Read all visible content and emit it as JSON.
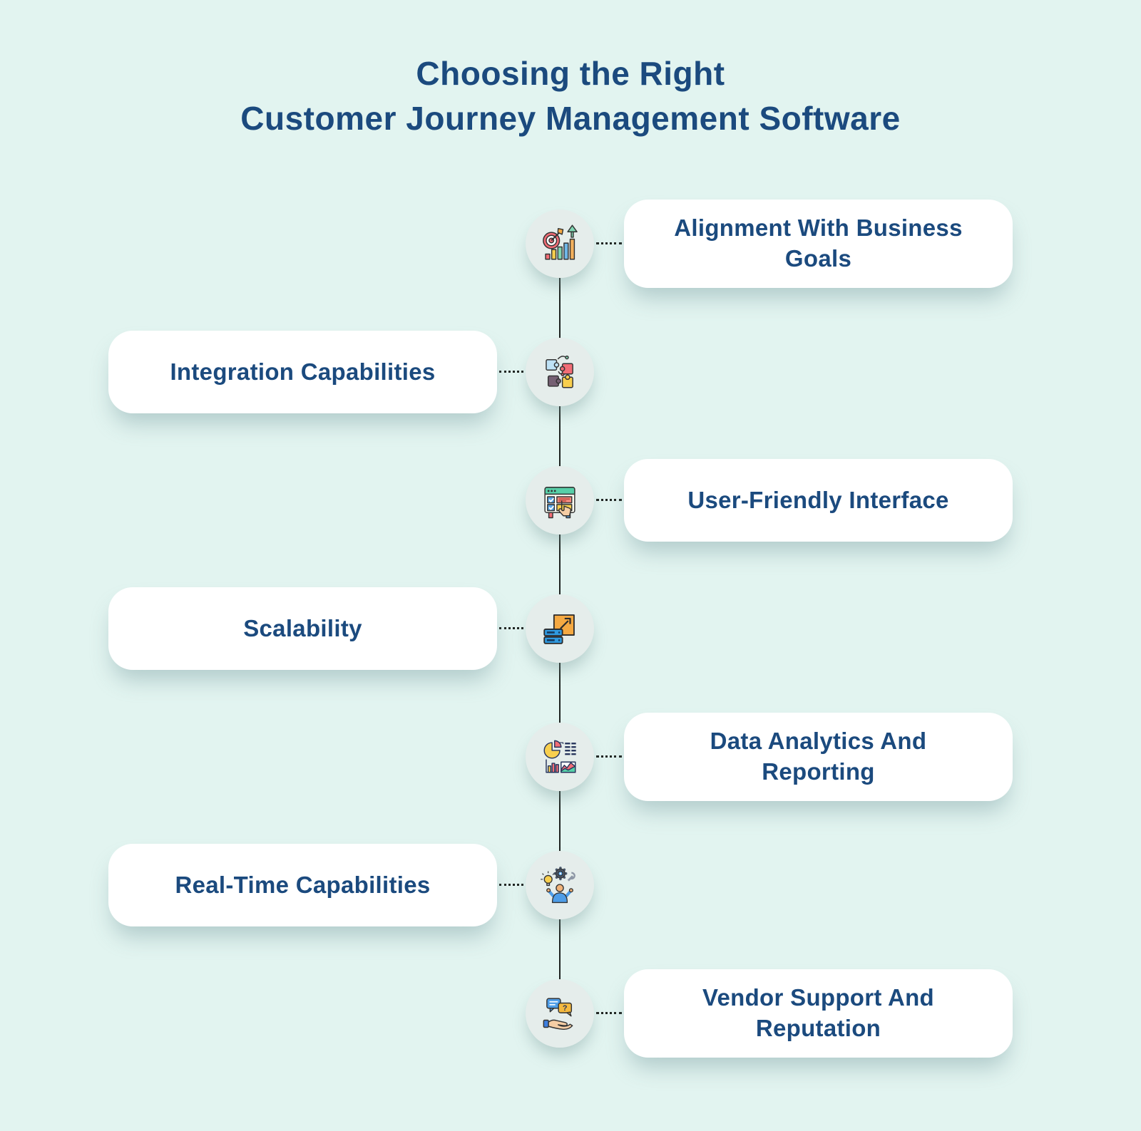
{
  "title": {
    "line1": "Choosing the Right",
    "line2": "Customer Journey Management Software"
  },
  "colors": {
    "background": "#e2f4f0",
    "card_background": "#ffffff",
    "text_navy": "#1b4a7e",
    "timeline_line": "#1f2421",
    "node_fill": "#e5edeb",
    "icon_red": "#f26d76",
    "icon_yellow": "#f8cf4e",
    "icon_green": "#7fd6b2",
    "icon_blue": "#4d9de8",
    "icon_orange": "#f5a942"
  },
  "timeline": {
    "items": [
      {
        "label": "Alignment With Business Goals",
        "side": "right",
        "icon": "target-chart-icon"
      },
      {
        "label": "Integration Capabilities",
        "side": "left",
        "icon": "puzzle-icon"
      },
      {
        "label": "User-Friendly Interface",
        "side": "right",
        "icon": "browser-checklist-icon"
      },
      {
        "label": "Scalability",
        "side": "left",
        "icon": "server-expand-icon"
      },
      {
        "label": "Data Analytics And Reporting",
        "side": "right",
        "icon": "analytics-charts-icon"
      },
      {
        "label": "Real-Time Capabilities",
        "side": "left",
        "icon": "person-innovation-icon"
      },
      {
        "label": "Vendor Support And Reputation",
        "side": "right",
        "icon": "hand-chat-support-icon"
      }
    ]
  }
}
